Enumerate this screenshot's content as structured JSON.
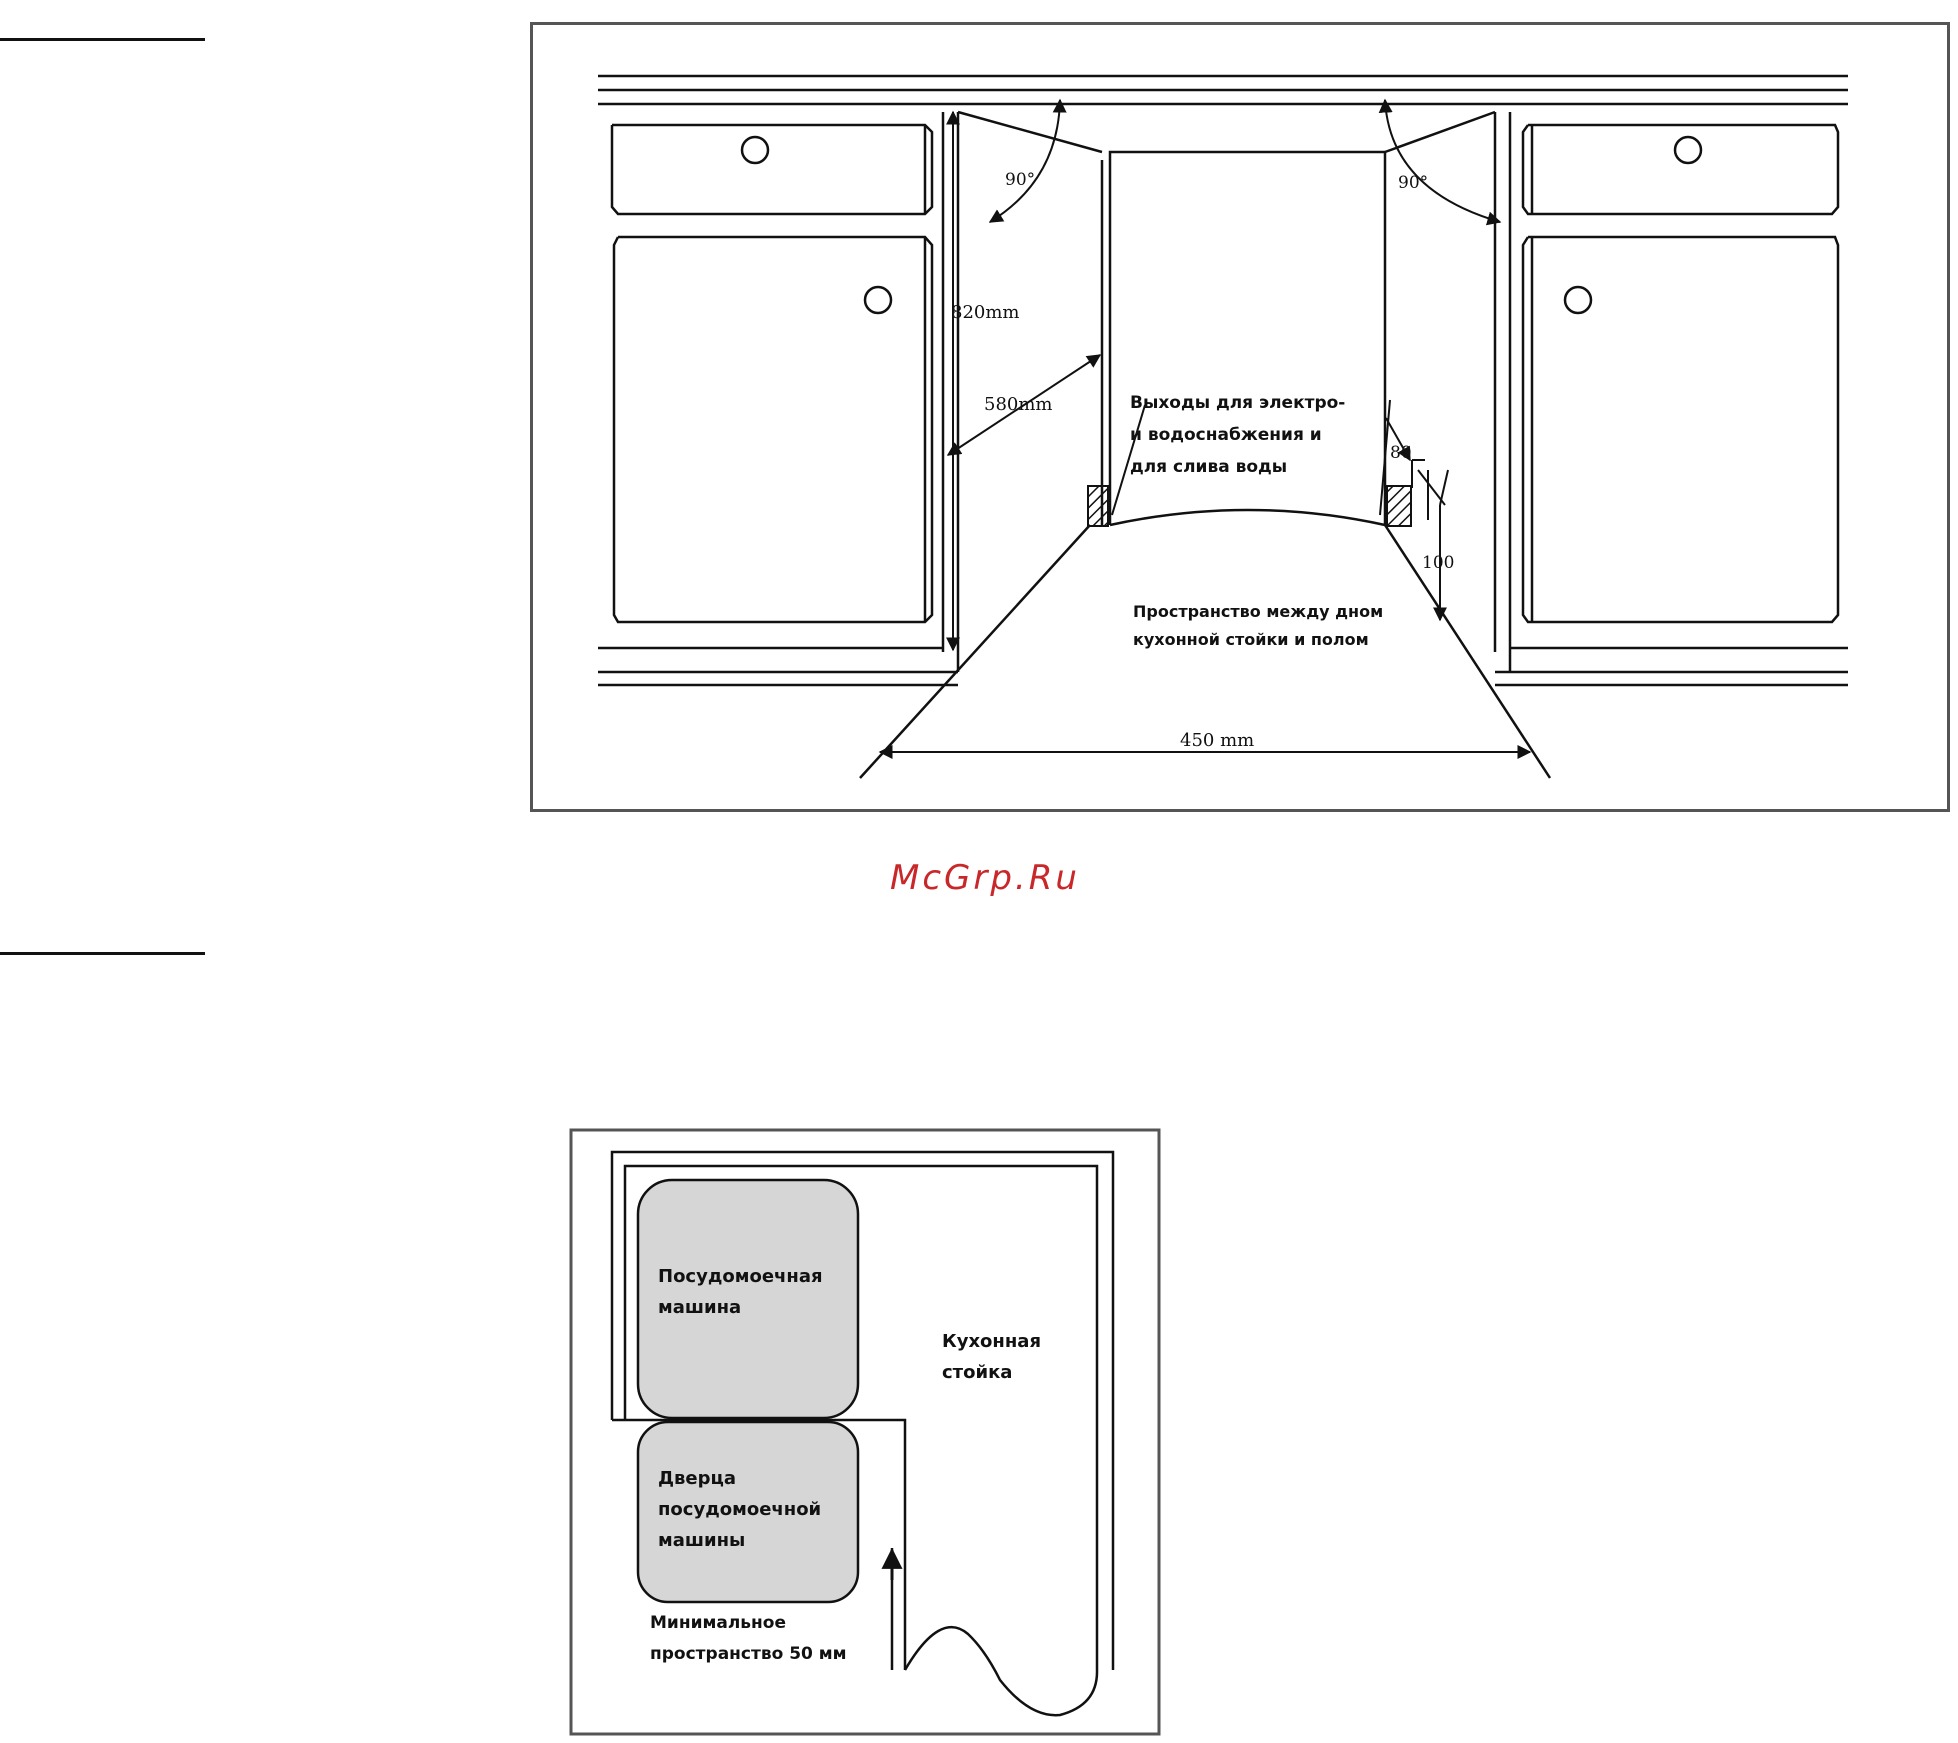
{
  "figure1": {
    "angle_left": "90°",
    "angle_right": "90°",
    "dim_height": "820mm",
    "dim_depth": "580mm",
    "dim_width": "450 mm",
    "dim_80": "80",
    "dim_100": "100",
    "outlets_line1": "Выходы для электро-",
    "outlets_line2": "и водоснабжения и",
    "outlets_line3": "для слива воды",
    "space_line1": "Пространство между дном",
    "space_line2": "кухонной стойки и полом"
  },
  "watermark": "McGrp.Ru",
  "figure2": {
    "dishwasher_line1": "Посудомоечная",
    "dishwasher_line2": "машина",
    "door_line1": "Дверца",
    "door_line2": "посудомоечной",
    "door_line3": "машины",
    "counter_line1": "Кухонная",
    "counter_line2": "стойка",
    "min_line1": "Минимальное",
    "min_line2": "пространство 50 мм"
  }
}
